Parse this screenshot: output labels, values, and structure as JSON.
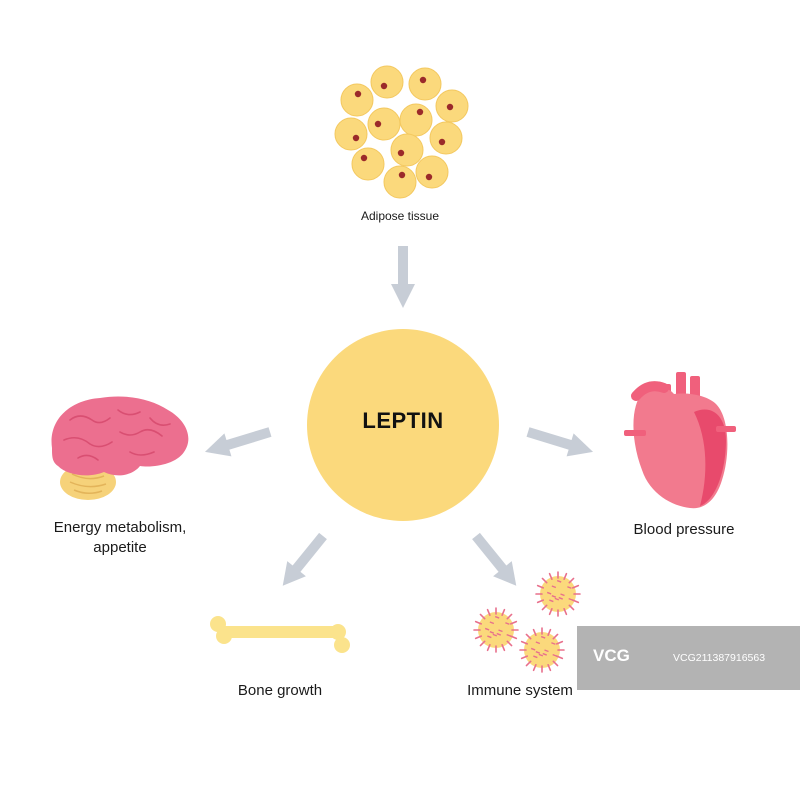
{
  "center": {
    "title": "LEPTIN",
    "fill": "#fbd97c"
  },
  "nodes": {
    "adipose": "Adipose tissue",
    "energy": [
      "Energy metabolism,",
      "appetite"
    ],
    "blood": "Blood pressure",
    "bone": "Bone growth",
    "immune": "Immune system"
  },
  "colors": {
    "arrow": "#c7cdd6",
    "fat_cell": "#fbd97c",
    "nucleus": "#9b2a2a",
    "brain": "#ec6f8f",
    "cerebellum": "#f6d27a",
    "heart": "#f27a8e",
    "bone": "#fbe38c",
    "immune_cell": "#fbd97c",
    "spike": "#e8708c"
  },
  "watermark": {
    "logo_text": "VCG",
    "id": "VCG211387916563"
  }
}
